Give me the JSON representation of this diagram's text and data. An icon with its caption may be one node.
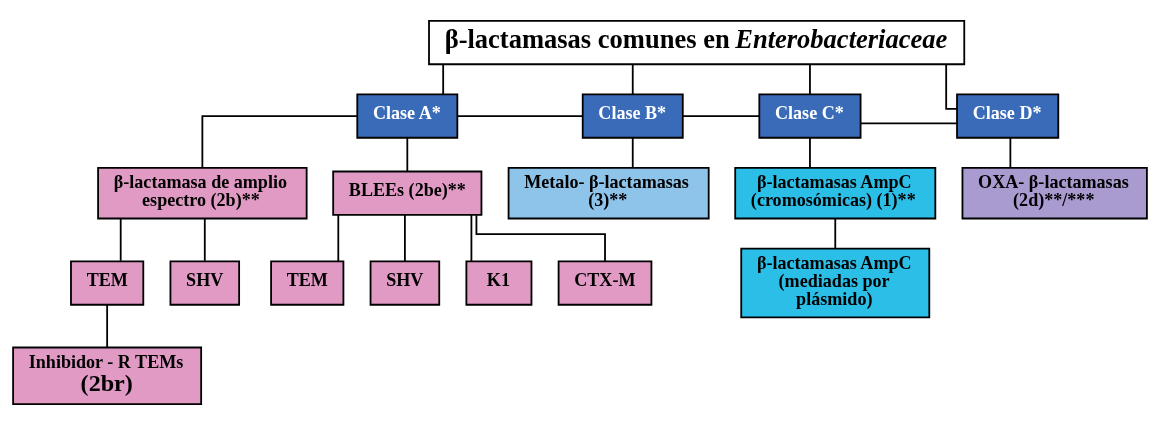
{
  "diagram": {
    "nodes": [
      {
        "text": [
          "β-lactamasas comunes en *Enterobacteriaceae*"
        ]
      },
      {
        "text": [
          "Clase A*"
        ]
      },
      {
        "text": [
          "Clase B*"
        ]
      },
      {
        "text": [
          "Clase C*"
        ]
      },
      {
        "text": [
          "Clase D*"
        ]
      },
      {
        "text": [
          "β-lactamasa de amplio espectro (2b)**"
        ]
      },
      {
        "text": [
          "BLEEs (2be)**"
        ]
      },
      {
        "text": [
          "Metalo- β-lactamasas (3)**"
        ]
      },
      {
        "text": [
          "β-lactamasas AmpC (cromosómicas) (1)**"
        ]
      },
      {
        "text": [
          "OXA- β-lactamasas (2d)**/***"
        ]
      },
      {
        "text": [
          "TEM"
        ]
      },
      {
        "text": [
          "SHV"
        ]
      },
      {
        "text": [
          "Inhibidor - R TEMs",
          "(2br)"
        ]
      },
      {
        "text": [
          "TEM"
        ]
      },
      {
        "text": [
          "SHV"
        ]
      },
      {
        "text": [
          "K1"
        ]
      },
      {
        "text": [
          "CTX-M"
        ]
      },
      {
        "text": [
          "β-lactamasas AmpC (mediadas por plásmido)"
        ]
      }
    ],
    "edges": [
      {
        "from": 0,
        "to": 1,
        "arrow": "none"
      },
      {
        "from": 0,
        "to": 2,
        "arrow": "none"
      },
      {
        "from": 0,
        "to": 3,
        "arrow": "none"
      },
      {
        "from": 0,
        "to": 4,
        "arrow": "none"
      },
      {
        "from": 1,
        "to": 2,
        "arrow": "none"
      },
      {
        "from": 2,
        "to": 3,
        "arrow": "none"
      },
      {
        "from": 3,
        "to": 4,
        "arrow": "none"
      },
      {
        "from": 1,
        "to": 5,
        "arrow": "none"
      },
      {
        "from": 1,
        "to": 6,
        "arrow": "none"
      },
      {
        "from": 2,
        "to": 7,
        "arrow": "none"
      },
      {
        "from": 3,
        "to": 8,
        "arrow": "none"
      },
      {
        "from": 4,
        "to": 9,
        "arrow": "none"
      },
      {
        "from": 5,
        "to": 10,
        "arrow": "none"
      },
      {
        "from": 5,
        "to": 11,
        "arrow": "none"
      },
      {
        "from": 10,
        "to": 12,
        "arrow": "none"
      },
      {
        "from": 6,
        "to": 13,
        "arrow": "none"
      },
      {
        "from": 6,
        "to": 14,
        "arrow": "none"
      },
      {
        "from": 6,
        "to": 15,
        "arrow": "none"
      },
      {
        "from": 6,
        "to": 16,
        "arrow": "none"
      },
      {
        "from": 8,
        "to": 17,
        "arrow": "none"
      }
    ]
  }
}
